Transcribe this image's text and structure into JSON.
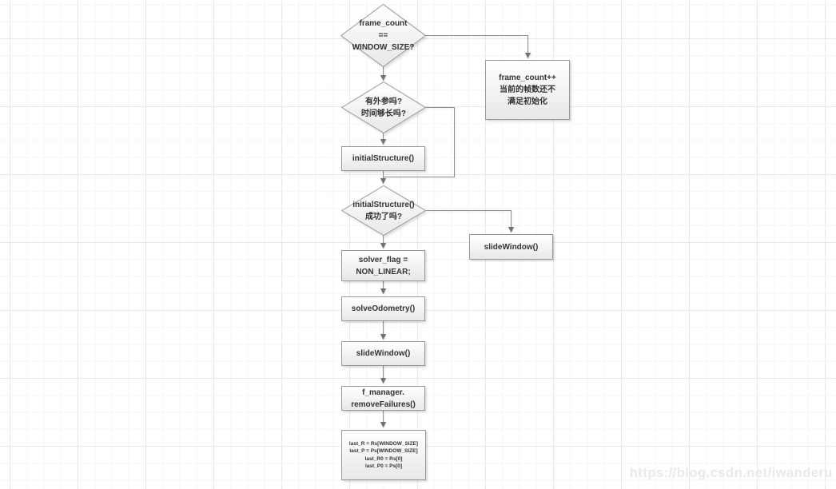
{
  "page": {
    "watermark": "https://blog.csdn.net/iwanderu"
  },
  "colors": {
    "background": "#ffffff",
    "grid_minor": "#f5f5f5",
    "grid_major": "#e9e9e9",
    "node_border": "#999999",
    "node_fill_top": "#ffffff",
    "node_fill_bottom": "#e8e8e8",
    "connector_line": "#8f8f8f",
    "arrowhead": "#717171",
    "node_text": "#333333",
    "watermark_text": "#e9e9e9"
  },
  "flowchart": {
    "nodes": [
      {
        "id": "check-frame-count",
        "type": "decision",
        "lines": [
          "frame_count",
          "==",
          "WINDOW_SIZE?"
        ]
      },
      {
        "id": "frame-count-increment",
        "type": "process",
        "lines": [
          "frame_count++",
          "当前的帧数还不",
          "满足初始化"
        ]
      },
      {
        "id": "check-extrinsic",
        "type": "decision",
        "lines": [
          "有外参吗?",
          "时间够长吗?"
        ]
      },
      {
        "id": "initial-structure",
        "type": "process",
        "lines": [
          "initialStructure()"
        ]
      },
      {
        "id": "check-init-success",
        "type": "decision",
        "lines": [
          "initialStructure()",
          "成功了吗?"
        ]
      },
      {
        "id": "slide-window-fail",
        "type": "process",
        "lines": [
          "slideWindow()"
        ]
      },
      {
        "id": "set-solver-flag",
        "type": "process",
        "lines": [
          "solver_flag =",
          "NON_LINEAR;"
        ]
      },
      {
        "id": "solve-odometry",
        "type": "process",
        "lines": [
          "solveOdometry()"
        ]
      },
      {
        "id": "slide-window",
        "type": "process",
        "lines": [
          "slideWindow()"
        ]
      },
      {
        "id": "remove-failures",
        "type": "process",
        "lines": [
          "f_manager.",
          "removeFailures()"
        ]
      },
      {
        "id": "save-last-state",
        "type": "process",
        "lines": [
          "last_R = Rs[WINDOW_SIZE]",
          "last_P = Ps[WINDOW_SIZE]",
          "last_R0 = Rs[0]",
          "last_P0 = Ps[0]"
        ]
      }
    ]
  }
}
